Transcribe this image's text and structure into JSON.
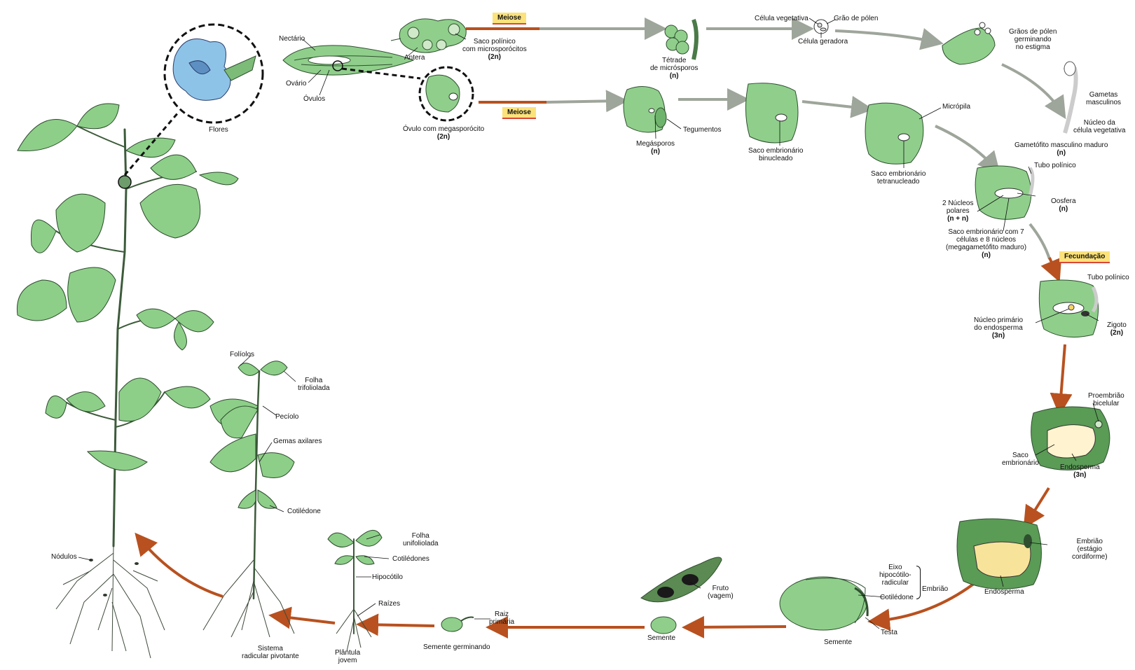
{
  "badges": {
    "meiose_top": "Meiose",
    "meiose_bottom": "Meiose",
    "fecundacao": "Fecundação"
  },
  "labels": {
    "flores": "Flores",
    "nectario": "Nectário",
    "ovario": "Ovário",
    "ovulos": "Óvulos",
    "antera": "Antera",
    "saco_polinico_1": "Saco polínico",
    "saco_polinico_2": "com microsporócitos",
    "saco_polinico_3": "(2n)",
    "ovulo_mega_1": "Óvulo com megasporócito",
    "ovulo_mega_2": "(2n)",
    "tetrade_1": "Tétrade",
    "tetrade_2": "de micrósporos",
    "tetrade_3": "(n)",
    "celula_vegetativa": "Célula vegetativa",
    "grao_polen": "Grão de pólen",
    "celula_geradora": "Célula geradora",
    "graos_germ_1": "Grãos de pólen",
    "graos_germ_2": "germinando",
    "graos_germ_3": "no estigma",
    "gametas_1": "Gametas",
    "gametas_2": "masculinos",
    "nucleo_veg_1": "Núcleo da",
    "nucleo_veg_2": "célula vegetativa",
    "gametofito_1": "Gametófito masculino maduro",
    "gametofito_2": "(n)",
    "megasporos_1": "Megásporos",
    "megasporos_2": "(n)",
    "tegumentos": "Tegumentos",
    "saco_binuc_1": "Saco embrionário",
    "saco_binuc_2": "binucleado",
    "micropila": "Micrópila",
    "saco_tetra_1": "Saco embrionário",
    "saco_tetra_2": "tetranucleado",
    "tubo_polinico_1": "Tubo polínico",
    "nucleos_polares_1": "2 Núcleos",
    "nucleos_polares_2": "polares",
    "nucleos_polares_3": "(n + n)",
    "oosfera_1": "Oosfera",
    "oosfera_2": "(n)",
    "saco_7_1": "Saco embrionário com 7",
    "saco_7_2": "células e 8 núcleos",
    "saco_7_3": "(megagametófito maduro)",
    "saco_7_4": "(n)",
    "tubo_polinico_2": "Tubo polínico",
    "nucleo_prim_1": "Núcleo primário",
    "nucleo_prim_2": "do endosperma",
    "nucleo_prim_3": "(3n)",
    "zigoto_1": "Zigoto",
    "zigoto_2": "(2n)",
    "proembriao_1": "Proembrião",
    "proembriao_2": "bicelular",
    "saco_emb_1": "Saco",
    "saco_emb_2": "embrionário",
    "endosperma_3n_1": "Endosperma",
    "endosperma_3n_2": "(3n)",
    "embriao_cord_1": "Embrião",
    "embriao_cord_2": "(estágio",
    "embriao_cord_3": "cordiforme)",
    "endosperma": "Endosperma",
    "eixo_1": "Eixo",
    "eixo_2": "hipocótilo-",
    "eixo_3": "radicular",
    "embriao": "Embrião",
    "cotiledone_seed": "Cotilédone",
    "testa": "Testa",
    "semente_big": "Semente",
    "fruto_1": "Fruto",
    "fruto_2": "(vagem)",
    "semente_small": "Semente",
    "raiz_1": "Raiz",
    "raiz_2": "primária",
    "semente_germ": "Semente germinando",
    "folha_unif_1": "Folha",
    "folha_unif_2": "unifoliolada",
    "cotiledones": "Cotilédones",
    "hipocotilo": "Hipocótilo",
    "raizes": "Raízes",
    "plantula_1": "Plântula",
    "plantula_2": "jovem",
    "foliolos": "Folíolos",
    "folha_trif_1": "Folha",
    "folha_trif_2": "trifoliolada",
    "peciolo": "Pecíolo",
    "gemas": "Gemas axilares",
    "cotiledone_plant": "Cotilédone",
    "sistema_1": "Sistema",
    "sistema_2": "radicular pivotante",
    "nodulos": "Nódulos"
  },
  "colors": {
    "tissue_green": "#8fcf8b",
    "flower_blue": "#8ec3e8",
    "arrow_gray": "#9ea59a",
    "arrow_red": "#b8511f",
    "badge_yellow": "#fbe27a",
    "endosperm_cream": "#fff4cf"
  }
}
